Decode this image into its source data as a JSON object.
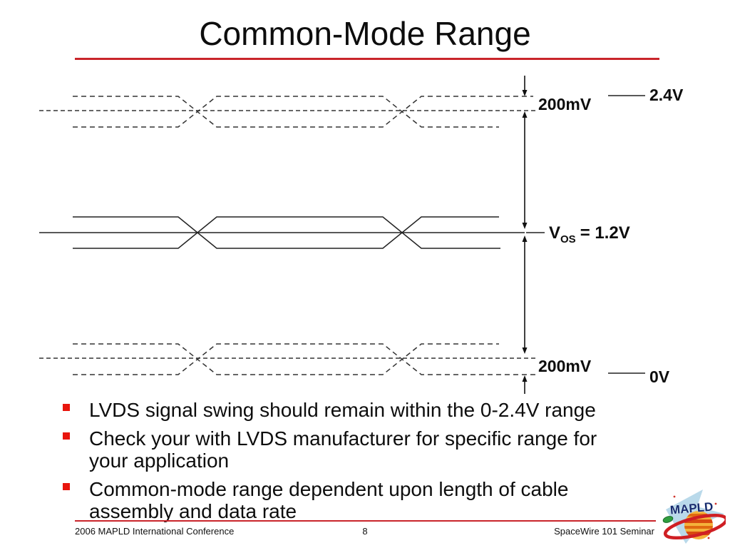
{
  "slide": {
    "title": "Common-Mode Range",
    "page_number": "8",
    "footer_left": "2006 MAPLD International Conference",
    "footer_right": "SpaceWire 101 Seminar"
  },
  "diagram": {
    "label_200mv_top": "200mV",
    "label_24v": "2.4V",
    "vos_prefix": "V",
    "vos_sub": "OS",
    "vos_suffix": "= 1.2V",
    "label_200mv_bottom": "200mV",
    "label_0v": "0V"
  },
  "bullets": [
    {
      "lines": [
        "LVDS signal swing should remain within the 0-2.4V range"
      ]
    },
    {
      "lines": [
        "Check your with LVDS manufacturer for specific range for",
        "your application"
      ]
    },
    {
      "lines": [
        "Common-mode range dependent upon length of cable",
        "assembly and data rate"
      ]
    }
  ],
  "logo": {
    "text": "MAPLD"
  },
  "colors": {
    "accent_red": "#c9252b",
    "bullet_red": "#e8150d",
    "line_black": "#1a1a1a",
    "dash_gray": "#666666",
    "logo_blue": "#b9d9ea",
    "logo_navy": "#152a6e",
    "planet_orange": "#e8820c",
    "ring_red": "#cf1f24"
  }
}
